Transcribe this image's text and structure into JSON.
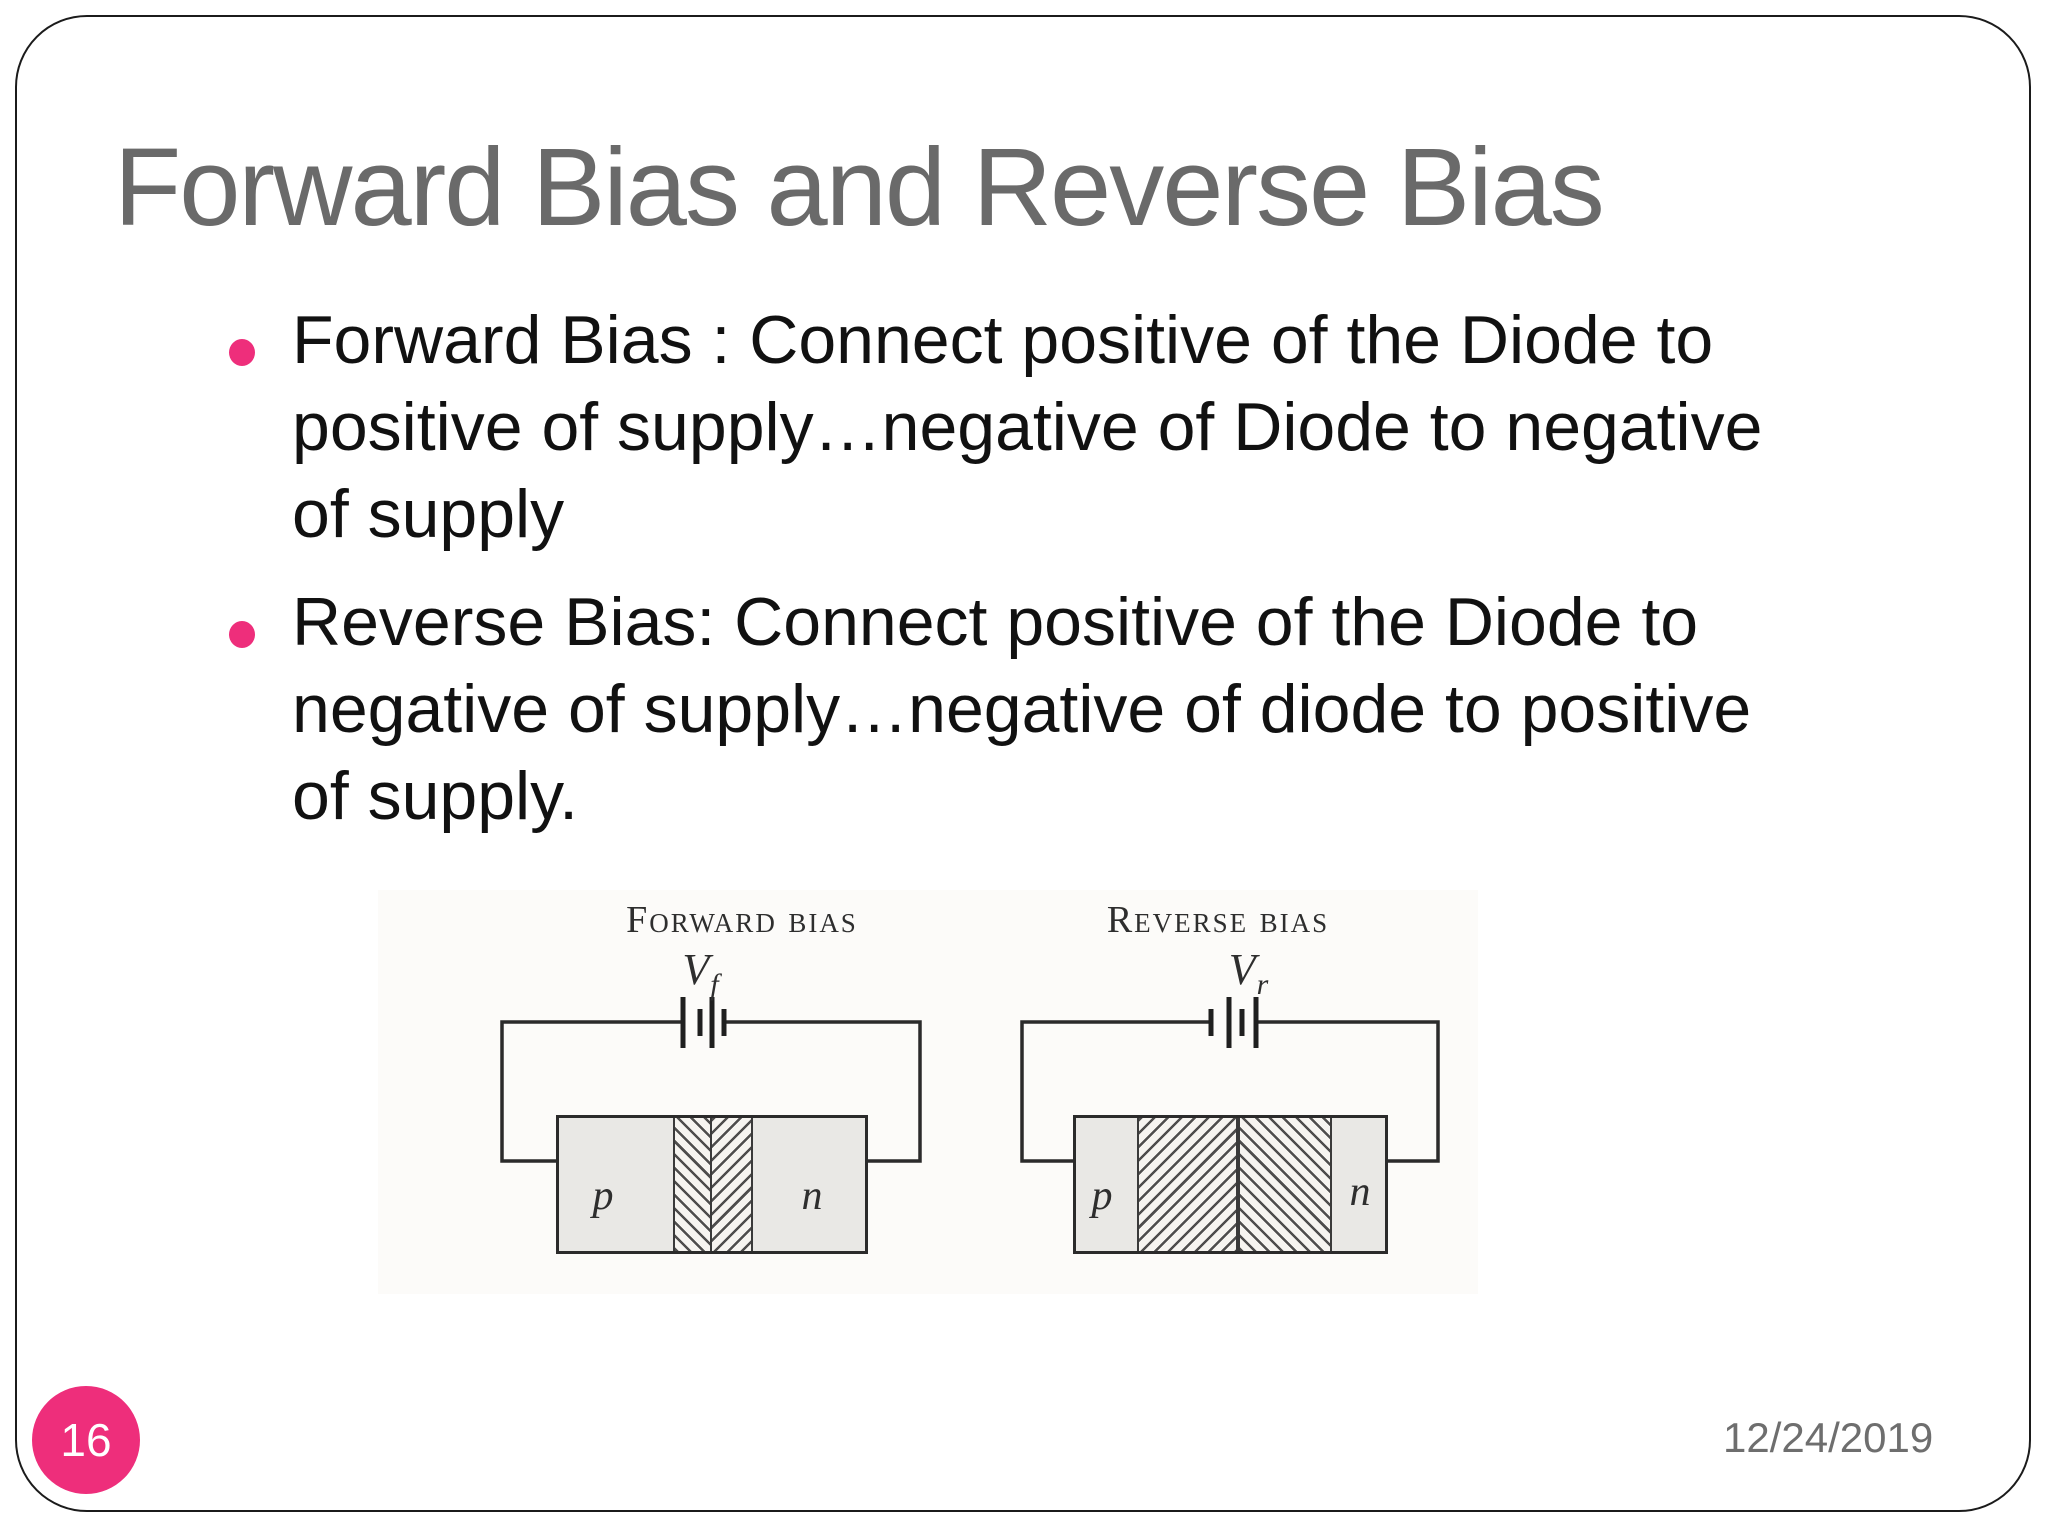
{
  "slide": {
    "title": "Forward Bias and Reverse Bias",
    "bullets": [
      {
        "text": "Forward Bias : Connect positive of the Diode to\npositive of supply…negative of Diode to negative\nof supply"
      },
      {
        "text": "Reverse Bias: Connect positive of the Diode to\nnegative of supply…negative of diode to positive\nof supply."
      }
    ],
    "page_number": "16",
    "date": "12/24/2019"
  },
  "figure": {
    "forward": {
      "caption": "Forward bias",
      "voltage": "V",
      "voltage_sub": "f",
      "p_label": "p",
      "n_label": "n"
    },
    "reverse": {
      "caption": "Reverse bias",
      "voltage": "V",
      "voltage_sub": "r",
      "p_label": "p",
      "n_label": "n"
    }
  },
  "colors": {
    "accent_pink": "#EE2E7B",
    "title_gray": "#6A6A6A",
    "date_gray": "#6E6E6E",
    "body_text": "#111111",
    "figure_ink": "#2B2B2B",
    "region_fill": "#E9E8E5",
    "border_black": "#1B1B1B"
  }
}
